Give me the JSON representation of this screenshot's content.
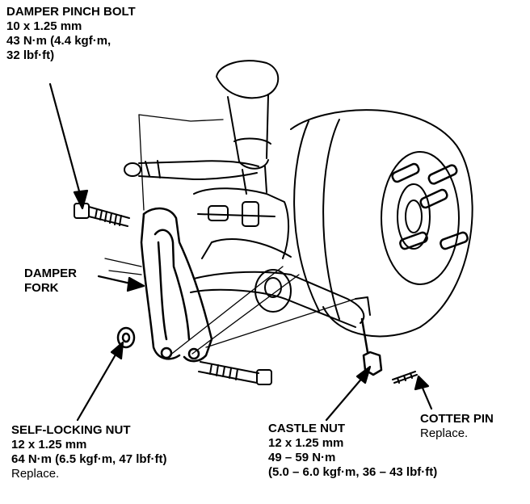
{
  "labels": {
    "damper_pinch_bolt": {
      "title": "DAMPER PINCH BOLT",
      "size": "10 x 1.25 mm",
      "torque1": "43 N·m (4.4 kgf·m,",
      "torque2": "32 lbf·ft)"
    },
    "damper_fork": {
      "line1": "DAMPER",
      "line2": "FORK"
    },
    "self_locking_nut": {
      "title": "SELF-LOCKING NUT",
      "size": "12 x 1.25 mm",
      "torque": "64 N·m (6.5 kgf·m, 47 lbf·ft)",
      "note": "Replace."
    },
    "castle_nut": {
      "title": "CASTLE NUT",
      "size": "12 x 1.25 mm",
      "torque1": "49 – 59 N·m",
      "torque2": "(5.0 – 6.0 kgf·m, 36 – 43 lbf·ft)"
    },
    "cotter_pin": {
      "title": "COTTER PIN",
      "note": "Replace."
    }
  }
}
